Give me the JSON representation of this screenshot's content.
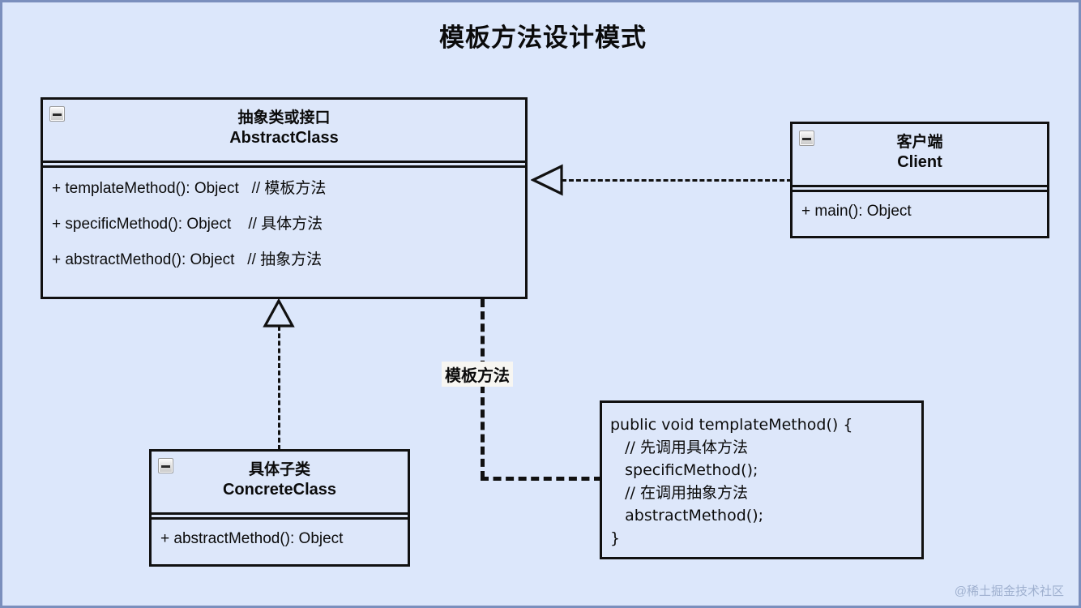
{
  "diagram": {
    "title": "模板方法设计模式",
    "type": "uml-class-diagram",
    "background_color": "#dce7fb",
    "box_fill_color": "#dde7fa",
    "border_color": "#111111",
    "canvas_border_color": "#7b8fbd"
  },
  "classes": {
    "abstract": {
      "collapse_icon": "minus-icon",
      "title_cn": "抽象类或接口",
      "title_en": "AbstractClass",
      "members": [
        "+ templateMethod(): Object   // 模板方法",
        "+ specificMethod(): Object    // 具体方法",
        "+ abstractMethod(): Object   // 抽象方法"
      ]
    },
    "client": {
      "collapse_icon": "minus-icon",
      "title_cn": "客户端",
      "title_en": "Client",
      "members": [
        "+ main(): Object"
      ]
    },
    "concrete": {
      "collapse_icon": "minus-icon",
      "title_cn": "具体子类",
      "title_en": "ConcreteClass",
      "members": [
        "+ abstractMethod(): Object"
      ]
    }
  },
  "note": {
    "code": "public void templateMethod() {\n   // 先调用具体方法\n   specificMethod();\n   // 在调用抽象方法\n   abstractMethod();\n}"
  },
  "connectors": {
    "client_to_abstract": {
      "style": "dashed",
      "arrow": "hollow-triangle-left",
      "label": ""
    },
    "concrete_to_abstract": {
      "style": "dashed",
      "arrow": "hollow-triangle-up",
      "label": ""
    },
    "abstract_to_note": {
      "style": "thick-dashed",
      "arrow": "none",
      "label": "模板方法"
    }
  },
  "watermark": {
    "text": "@稀土掘金技术社区"
  }
}
